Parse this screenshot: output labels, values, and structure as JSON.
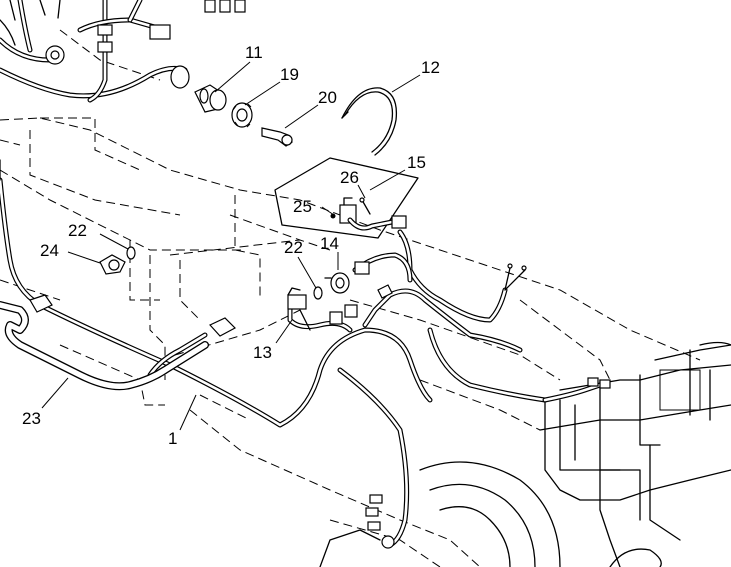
{
  "diagram": {
    "callouts": [
      {
        "id": "c1",
        "label": "1"
      },
      {
        "id": "c11",
        "label": "11"
      },
      {
        "id": "c12",
        "label": "12"
      },
      {
        "id": "c13",
        "label": "13"
      },
      {
        "id": "c14",
        "label": "14"
      },
      {
        "id": "c15",
        "label": "15"
      },
      {
        "id": "c19",
        "label": "19"
      },
      {
        "id": "c20",
        "label": "20"
      },
      {
        "id": "c22a",
        "label": "22"
      },
      {
        "id": "c22b",
        "label": "22"
      },
      {
        "id": "c23",
        "label": "23"
      },
      {
        "id": "c24",
        "label": "24"
      },
      {
        "id": "c25",
        "label": "25"
      },
      {
        "id": "c26",
        "label": "26"
      }
    ]
  }
}
